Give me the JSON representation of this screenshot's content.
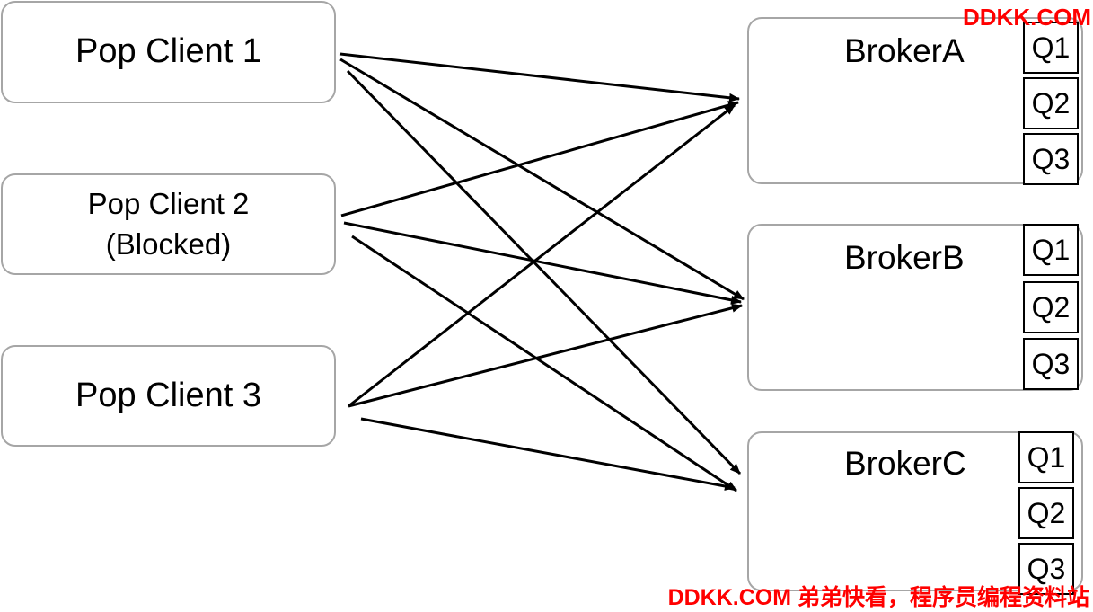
{
  "clients": [
    {
      "lines": [
        "Pop Client 1"
      ]
    },
    {
      "lines": [
        "Pop Client 2",
        "(Blocked)"
      ]
    },
    {
      "lines": [
        "Pop Client 3"
      ]
    }
  ],
  "brokers": [
    {
      "name": "BrokerA",
      "queues": [
        "Q1",
        "Q2",
        "Q3"
      ]
    },
    {
      "name": "BrokerB",
      "queues": [
        "Q1",
        "Q2",
        "Q3"
      ]
    },
    {
      "name": "BrokerC",
      "queues": [
        "Q1",
        "Q2",
        "Q3"
      ]
    }
  ],
  "connections": [
    {
      "from": "Pop Client 1",
      "to": "BrokerA"
    },
    {
      "from": "Pop Client 1",
      "to": "BrokerB"
    },
    {
      "from": "Pop Client 1",
      "to": "BrokerC"
    },
    {
      "from": "Pop Client 2",
      "to": "BrokerA"
    },
    {
      "from": "Pop Client 2",
      "to": "BrokerB"
    },
    {
      "from": "Pop Client 2",
      "to": "BrokerC"
    },
    {
      "from": "Pop Client 3",
      "to": "BrokerA"
    },
    {
      "from": "Pop Client 3",
      "to": "BrokerB"
    },
    {
      "from": "Pop Client 3",
      "to": "BrokerC"
    }
  ],
  "watermark": {
    "top": "DDKK.COM",
    "bottom": "DDKK.COM 弟弟快看，程序员编程资料站",
    "color": "#ff0000"
  }
}
